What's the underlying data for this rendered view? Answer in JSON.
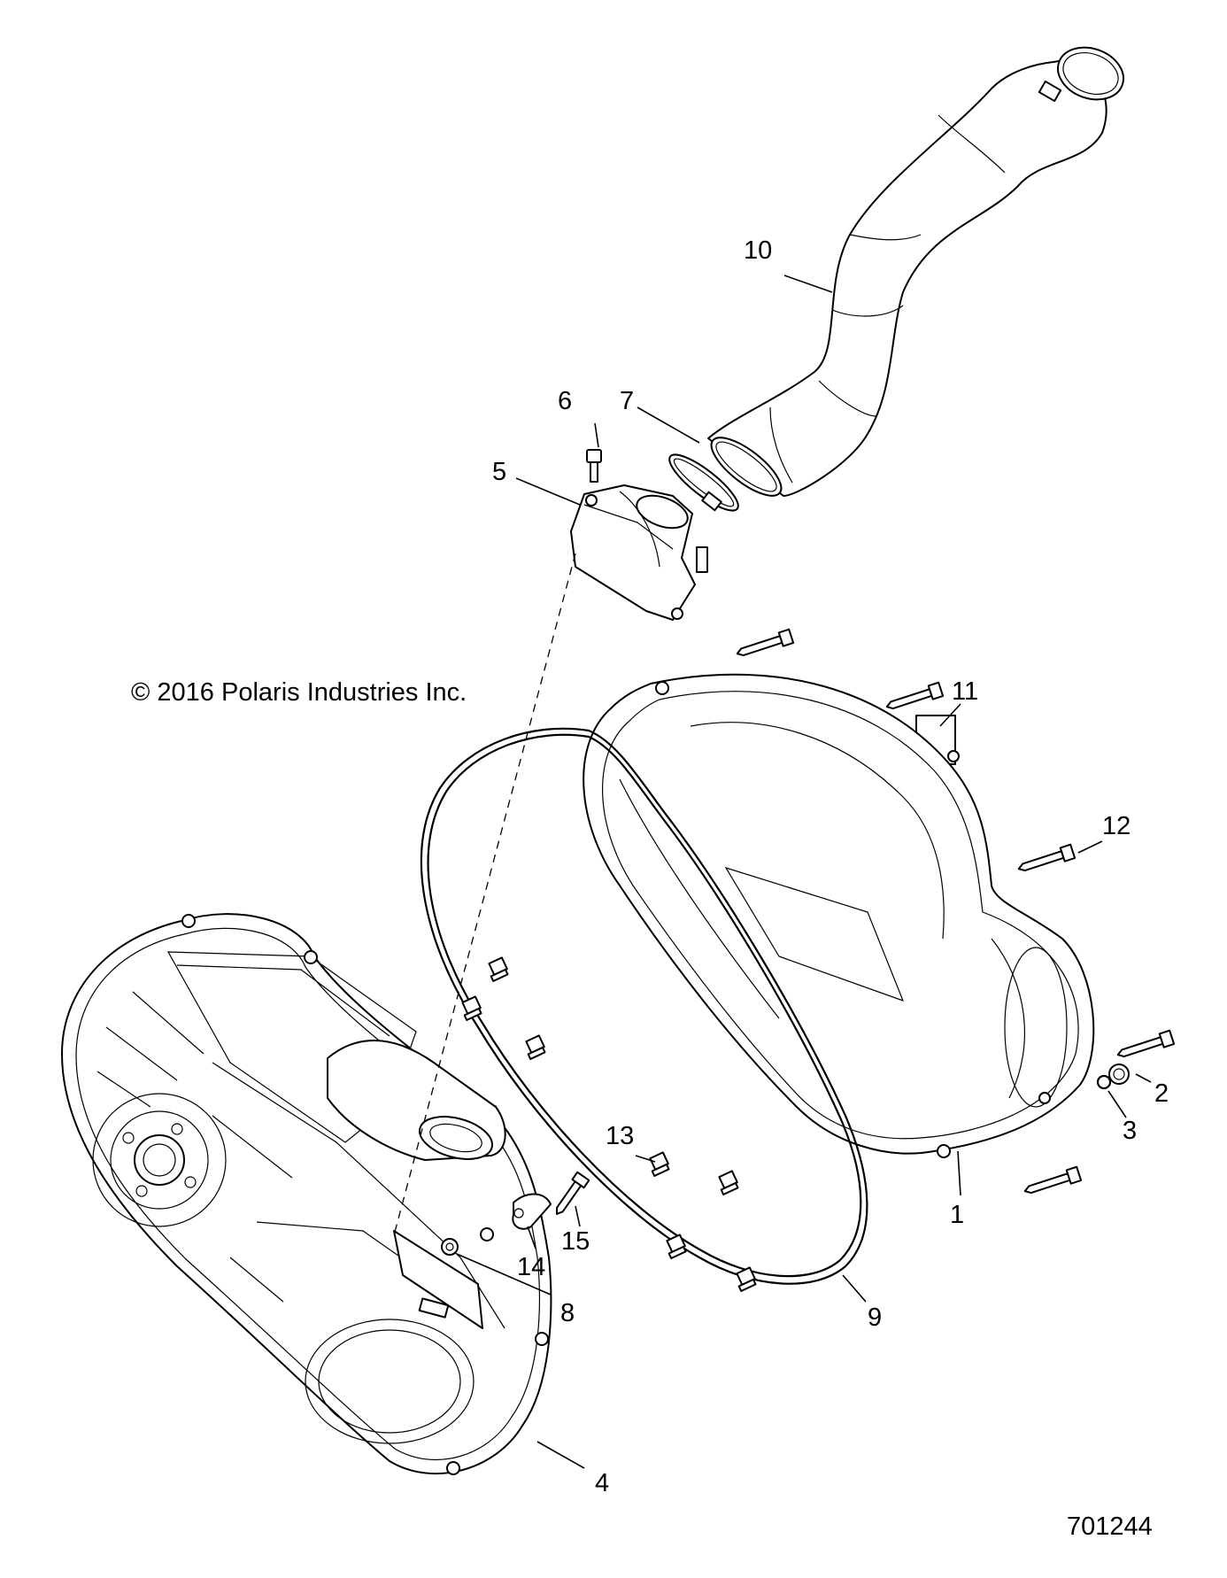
{
  "copyright": "© 2016 Polaris Industries Inc.",
  "figure_number": "701244",
  "callouts": {
    "c1": "1",
    "c2": "2",
    "c3": "3",
    "c4": "4",
    "c5": "5",
    "c6": "6",
    "c7": "7",
    "c8": "8",
    "c9": "9",
    "c10": "10",
    "c11": "11",
    "c12": "12",
    "c13": "13",
    "c14": "14",
    "c15": "15"
  }
}
